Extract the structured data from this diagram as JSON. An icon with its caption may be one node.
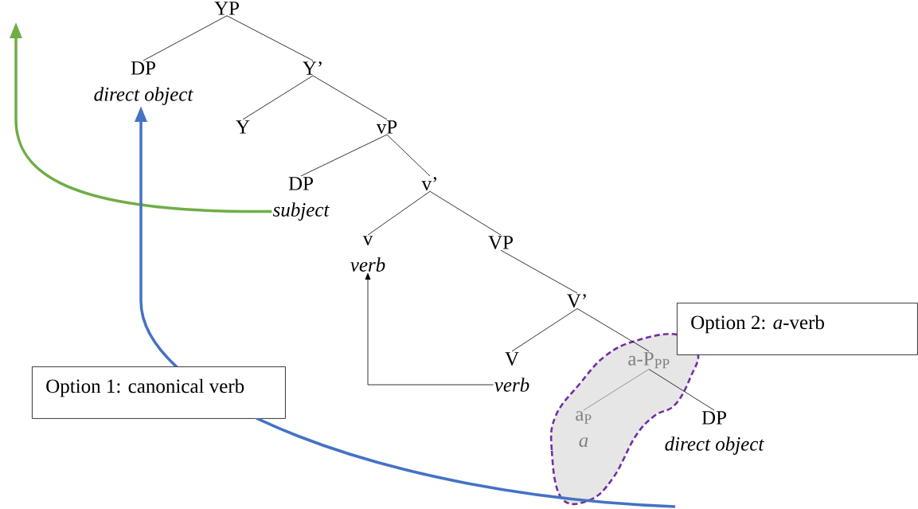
{
  "diagram": {
    "nodes": [
      {
        "text": [
          "YP"
        ]
      },
      {
        "text": [
          "DP",
          "direct object"
        ]
      },
      {
        "text": [
          "Y’"
        ]
      },
      {
        "text": [
          "Y"
        ]
      },
      {
        "text": [
          "vP"
        ]
      },
      {
        "text": [
          "DP",
          "subject"
        ]
      },
      {
        "text": [
          "v’"
        ]
      },
      {
        "text": [
          "v",
          "verb"
        ]
      },
      {
        "text": [
          "VP"
        ]
      },
      {
        "text": [
          "V’"
        ]
      },
      {
        "text": [
          "V",
          "verb"
        ]
      },
      {
        "text": [],
        "shape": "cloud"
      },
      {
        "text": [
          "a-P$_{PP}$"
        ],
        "in": 11
      },
      {
        "text": [
          "a$_{P}$",
          "a"
        ],
        "in": 11
      },
      {
        "text": [
          "DP",
          "direct object"
        ]
      },
      {
        "text": [
          "Option 1: canonical verb"
        ]
      },
      {
        "text": [
          "Option 2: *a*-verb"
        ]
      }
    ],
    "edges": [
      {
        "from": 0,
        "to": 1,
        "arrow": "none"
      },
      {
        "from": 0,
        "to": 2,
        "arrow": "none"
      },
      {
        "from": 2,
        "to": 3,
        "arrow": "none"
      },
      {
        "from": 2,
        "to": 4,
        "arrow": "none"
      },
      {
        "from": 4,
        "to": 5,
        "arrow": "none"
      },
      {
        "from": 4,
        "to": 6,
        "arrow": "none"
      },
      {
        "from": 6,
        "to": 7,
        "arrow": "none"
      },
      {
        "from": 6,
        "to": 8,
        "arrow": "none"
      },
      {
        "from": 8,
        "to": 9,
        "arrow": "none"
      },
      {
        "from": 9,
        "to": 10,
        "arrow": "none"
      },
      {
        "from": 9,
        "to": 12,
        "arrow": "none"
      },
      {
        "from": 12,
        "to": 13,
        "arrow": "none",
        "color": "#808080"
      },
      {
        "from": 12,
        "to": 14,
        "arrow": "none"
      },
      {
        "from": 10,
        "to": 7,
        "arrow": "to"
      },
      {
        "from": 5,
        "to": null,
        "arrow": "to",
        "style": "thick",
        "color": "#70ad47"
      },
      {
        "from": null,
        "to": 1,
        "arrow": "to",
        "style": "thick",
        "color": "#4472c4"
      }
    ]
  }
}
